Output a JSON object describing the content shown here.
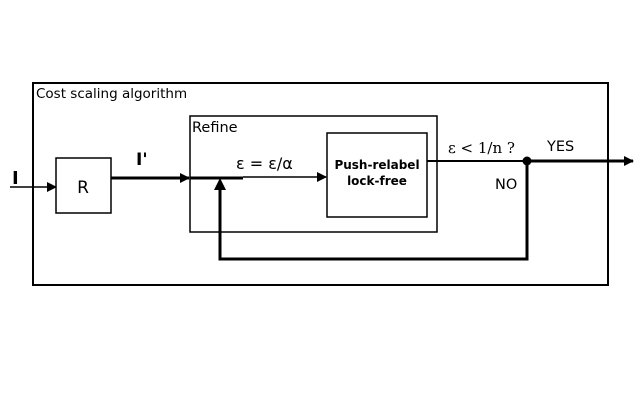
{
  "outer_box": {
    "label": "Cost scaling algorithm"
  },
  "input": {
    "label": "I"
  },
  "r_block": {
    "label": "R"
  },
  "intermediate": {
    "label": "I'"
  },
  "refine_box": {
    "label": "Refine"
  },
  "update": {
    "label": "ε = ε/α"
  },
  "push_relabel": {
    "line1": "Push-relabel",
    "line2": "lock-free"
  },
  "condition": {
    "label": "ε < 1/n ?"
  },
  "yes": {
    "label": "YES"
  },
  "no": {
    "label": "NO"
  },
  "colors": {
    "stroke": "#000000",
    "background": "#ffffff"
  }
}
